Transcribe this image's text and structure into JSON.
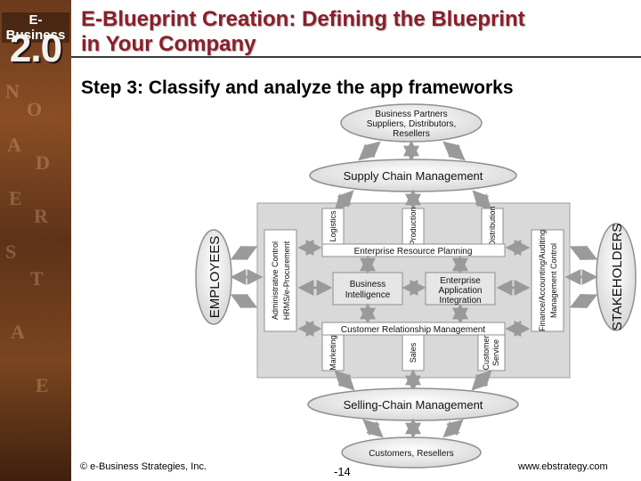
{
  "logo": {
    "line1": "E-Business",
    "line2": "2.0"
  },
  "title": {
    "line1": "E-Blueprint Creation: Defining the Blueprint",
    "line2": "in Your Company"
  },
  "subtitle": "Step 3: Classify and analyze the app frameworks",
  "diagram": {
    "partners": {
      "line1": "Business Partners",
      "line2": "Suppliers, Distributors,",
      "line3": "Resellers"
    },
    "supply_chain": "Supply Chain Management",
    "logistics": "Logistics",
    "production": "Production",
    "distribution": "Distribution",
    "erp": "Enterprise Resource Planning",
    "admin": {
      "line1": "Administrative Control",
      "line2": "HRMS/e-Procurement"
    },
    "bi": {
      "line1": "Business",
      "line2": "Intelligence"
    },
    "eai": {
      "line1": "Enterprise",
      "line2": "Application",
      "line3": "Integration"
    },
    "finance": {
      "line1": "Finance/Accounting/Auditing",
      "line2": "Management Control"
    },
    "crm": "Customer Relationship Management",
    "marketing": "Marketing",
    "sales": "Sales",
    "service": {
      "line1": "Customer",
      "line2": "Service"
    },
    "employees": "EMPLOYEES",
    "stakeholders": "STAKEHOLDERS",
    "selling_chain": "Selling-Chain Management",
    "customers": "Customers, Resellers"
  },
  "footer": {
    "copyright": "© e-Business Strategies, Inc.",
    "page": "-14",
    "url": "www.ebstrategy.com"
  }
}
